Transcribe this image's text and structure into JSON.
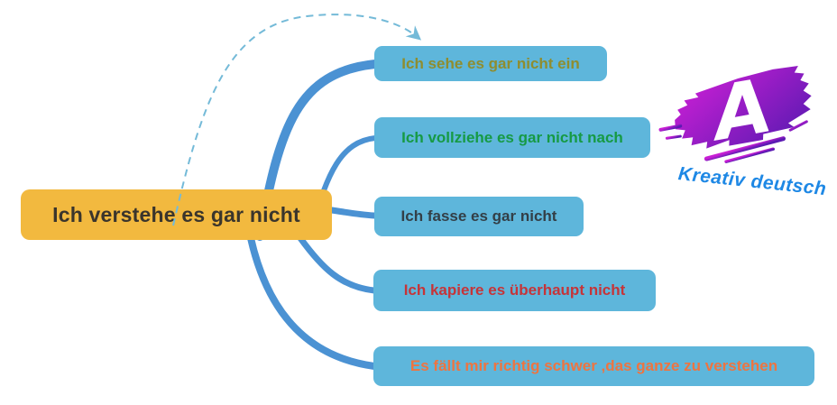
{
  "main_node": {
    "label": "Ich verstehe es gar nicht",
    "bg": "#f2b93f",
    "text_color": "#3a352c"
  },
  "branches": [
    {
      "label": "Ich sehe es gar nicht ein",
      "text_color": "#8f8d2f"
    },
    {
      "label": "Ich vollziehe es gar nicht nach",
      "text_color": "#169a44"
    },
    {
      "label": "Ich fasse es gar nicht",
      "text_color": "#333f47"
    },
    {
      "label": "Ich kapiere es überhaupt nicht",
      "text_color": "#c63438"
    },
    {
      "label": "Es fällt mir richtig schwer ,das ganze zu verstehen",
      "text_color": "#ee7440"
    }
  ],
  "logo": {
    "letter": "A",
    "caption": "Kreativ deutsch",
    "caption_color": "#1e88e5",
    "letter_color": "#ffffff",
    "gradient_from": "#c81fd4",
    "gradient_to": "#5b1ab2"
  },
  "colors": {
    "background": "#ffffff",
    "branch_bg": "#5eb6db",
    "connector": "#4b92d3",
    "dashed_arrow": "#74bad8"
  }
}
